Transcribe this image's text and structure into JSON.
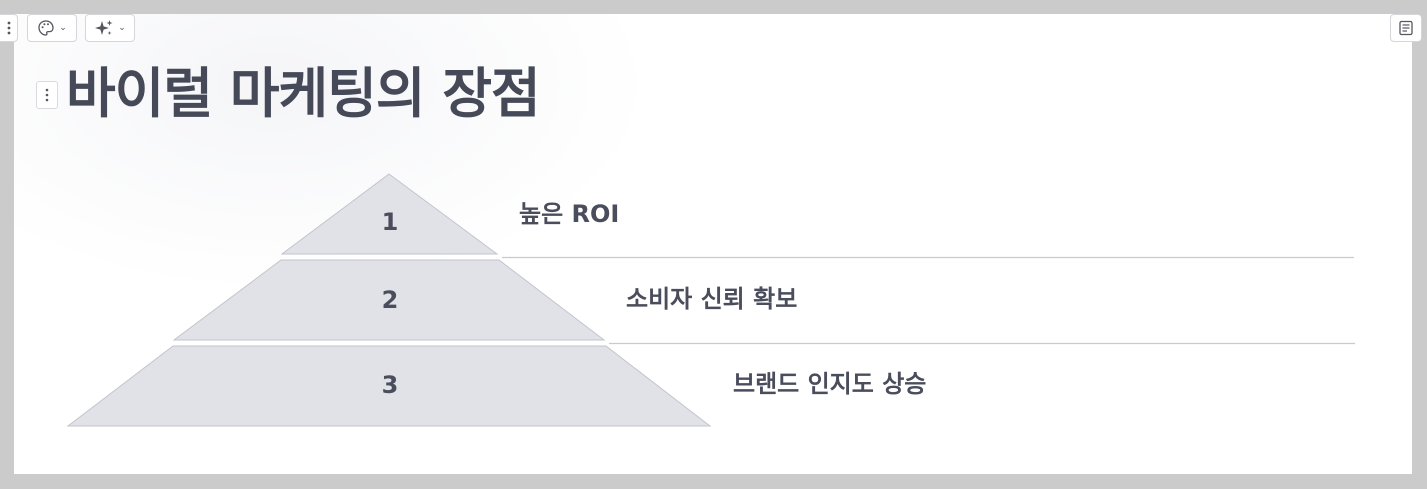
{
  "toolbar": {
    "drag_icon": "vertical-dots-icon",
    "theme_icon": "palette-icon",
    "ai_icon": "sparkle-icon",
    "notes_icon": "notes-icon"
  },
  "slide": {
    "title": "바이럴 마케팅의 장점",
    "pyramid": [
      {
        "tier": "1",
        "text": "높은 ROI"
      },
      {
        "tier": "2",
        "text": "소비자 신뢰 확보"
      },
      {
        "tier": "3",
        "text": "브랜드 인지도 상승"
      }
    ]
  },
  "colors": {
    "title": "#464957",
    "tier_fill": "#e1e2e7",
    "tier_stroke": "#c3c4cc",
    "divider": "#c9cad0",
    "background": "#ffffff",
    "frame": "#cbcbcb"
  }
}
